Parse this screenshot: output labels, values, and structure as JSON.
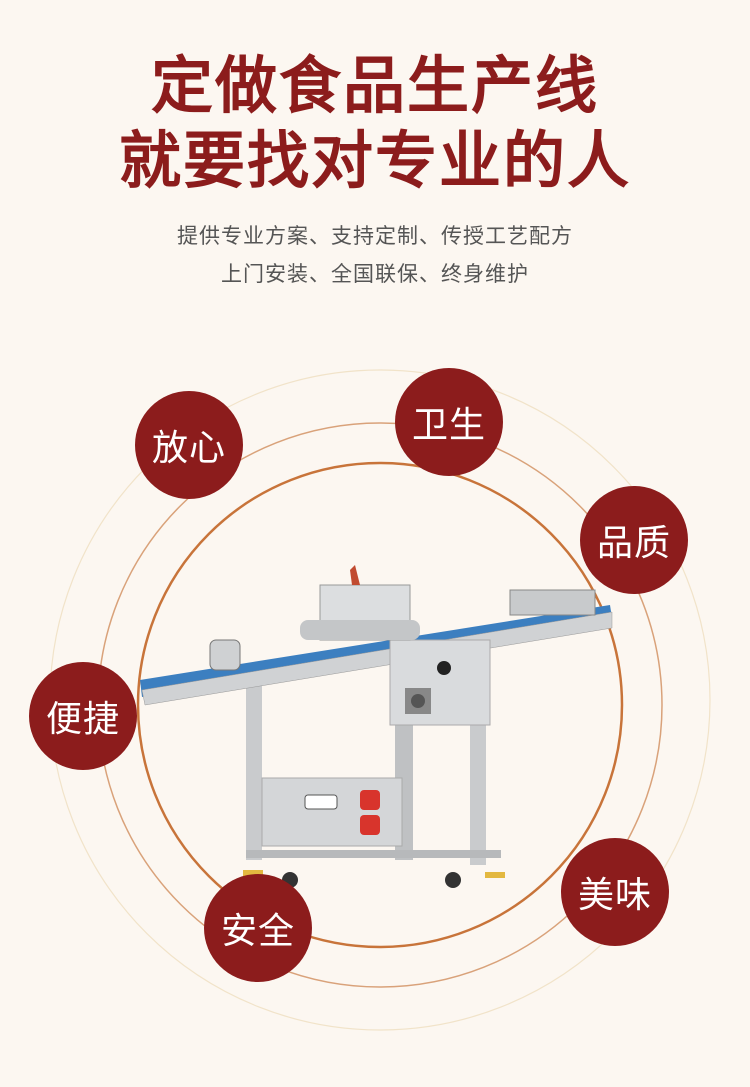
{
  "headline": {
    "line1": "定做食品生产线",
    "line2": "就要找对专业的人"
  },
  "subtitle": {
    "line1": "提供专业方案、支持定制、传授工艺配方",
    "line2": "上门安装、全国联保、终身维护"
  },
  "badges": [
    "放心",
    "卫生",
    "品质",
    "便捷",
    "安全",
    "美味"
  ],
  "colors": {
    "brand": "#8c1c1c",
    "ring": "#c8743a",
    "background": "#fcf7f1",
    "belt": "#3c7fc0"
  }
}
